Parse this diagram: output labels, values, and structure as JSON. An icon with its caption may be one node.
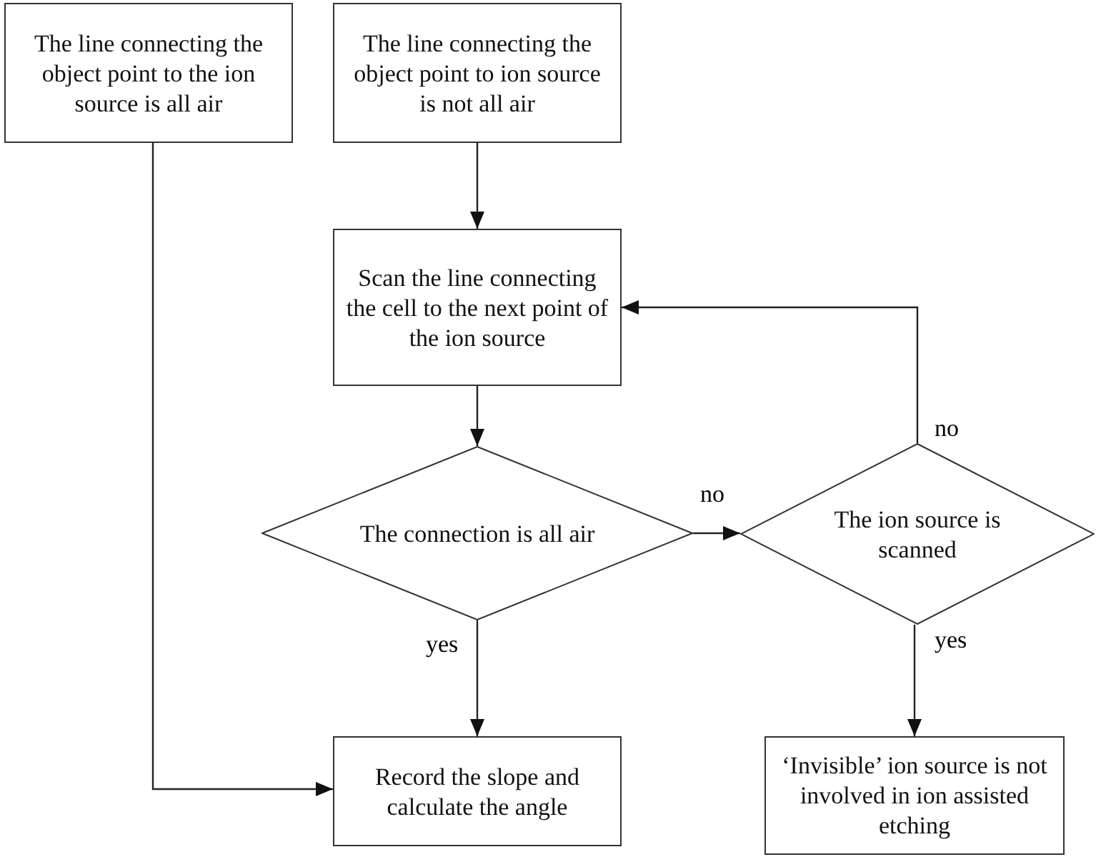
{
  "diagram": {
    "nodes": [
      {
        "text": [
          "The line connecting the object point to the ion source is all air"
        ]
      },
      {
        "text": [
          "The line connecting the object point to ion source is not all air"
        ]
      },
      {
        "text": [
          "Scan the line connecting the cell to the next point of the ion source"
        ]
      },
      {
        "text": [
          "The connection is all air"
        ]
      },
      {
        "text": [
          "The ion source is scanned"
        ]
      },
      {
        "text": [
          "Record the slope and calculate the angle"
        ]
      },
      {
        "text": [
          "‘Invisible’ ion source is not involved in ion assisted etching"
        ]
      }
    ],
    "edges": [
      {
        "from": 0,
        "to": 5,
        "arrow": "to"
      },
      {
        "from": 1,
        "to": 2,
        "arrow": "to"
      },
      {
        "from": 2,
        "to": 3,
        "arrow": "to"
      },
      {
        "from": 3,
        "to": 4,
        "arrow": "to",
        "label": "no"
      },
      {
        "from": 4,
        "to": 2,
        "arrow": "to",
        "label": "no"
      },
      {
        "from": 3,
        "to": 5,
        "arrow": "to",
        "label": "yes"
      },
      {
        "from": 4,
        "to": 6,
        "arrow": "to",
        "label": "yes"
      }
    ]
  }
}
